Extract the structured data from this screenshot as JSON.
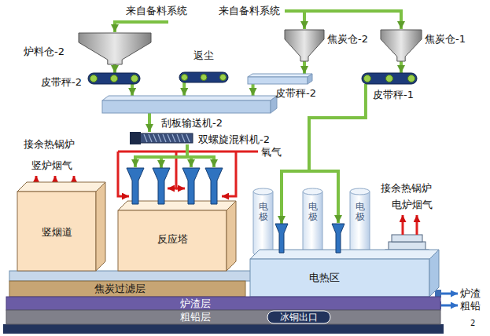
{
  "diagram": {
    "nodes": [
      {
        "text": [
          "炉料仓-2"
        ]
      },
      {
        "text": [
          "焦炭仓-2"
        ]
      },
      {
        "text": [
          "焦炭仓-1"
        ]
      },
      {
        "text": [
          "皮带秤-2"
        ]
      },
      {
        "text": [
          "返尘"
        ]
      },
      {
        "text": [
          "皮带秤-2"
        ]
      },
      {
        "text": [
          "皮带秤-1"
        ]
      },
      {
        "text": [
          "刮板输送机-2"
        ]
      },
      {
        "text": [
          "双螺旋混料机-2"
        ]
      },
      {
        "text": [
          "竖烟道"
        ]
      },
      {
        "text": [
          "反应塔"
        ]
      },
      {
        "text": [
          "电极"
        ]
      },
      {
        "text": [
          "电极"
        ]
      },
      {
        "text": [
          "电极"
        ]
      },
      {
        "text": [
          "电热区"
        ]
      },
      {
        "text": [
          "焦炭过滤层"
        ]
      },
      {
        "text": [
          "炉渣层"
        ]
      },
      {
        "text": [
          "粗铅层"
        ]
      },
      {
        "text": [
          "冰铜出口"
        ],
        "in": 17
      }
    ],
    "edges": [
      {
        "from": 0,
        "to": 3,
        "arrow": "to"
      },
      {
        "from": 3,
        "to": 7,
        "arrow": "to"
      },
      {
        "from": 4,
        "to": 7,
        "arrow": "to"
      },
      {
        "from": 1,
        "to": 5,
        "arrow": "to"
      },
      {
        "from": 5,
        "to": 7,
        "arrow": "to"
      },
      {
        "from": 2,
        "to": 6,
        "arrow": "to"
      },
      {
        "from": 6,
        "to": 14,
        "arrow": "to"
      },
      {
        "from": 7,
        "to": 8,
        "arrow": "to"
      },
      {
        "from": 8,
        "to": 10,
        "arrow": "to"
      }
    ],
    "labels": [
      "来自备料系统",
      "来自备料系统",
      "氧气",
      "接余热锅炉",
      "竖炉烟气",
      "接余热锅炉",
      "电炉烟气",
      "炉渣",
      "粗铅",
      "2"
    ]
  }
}
